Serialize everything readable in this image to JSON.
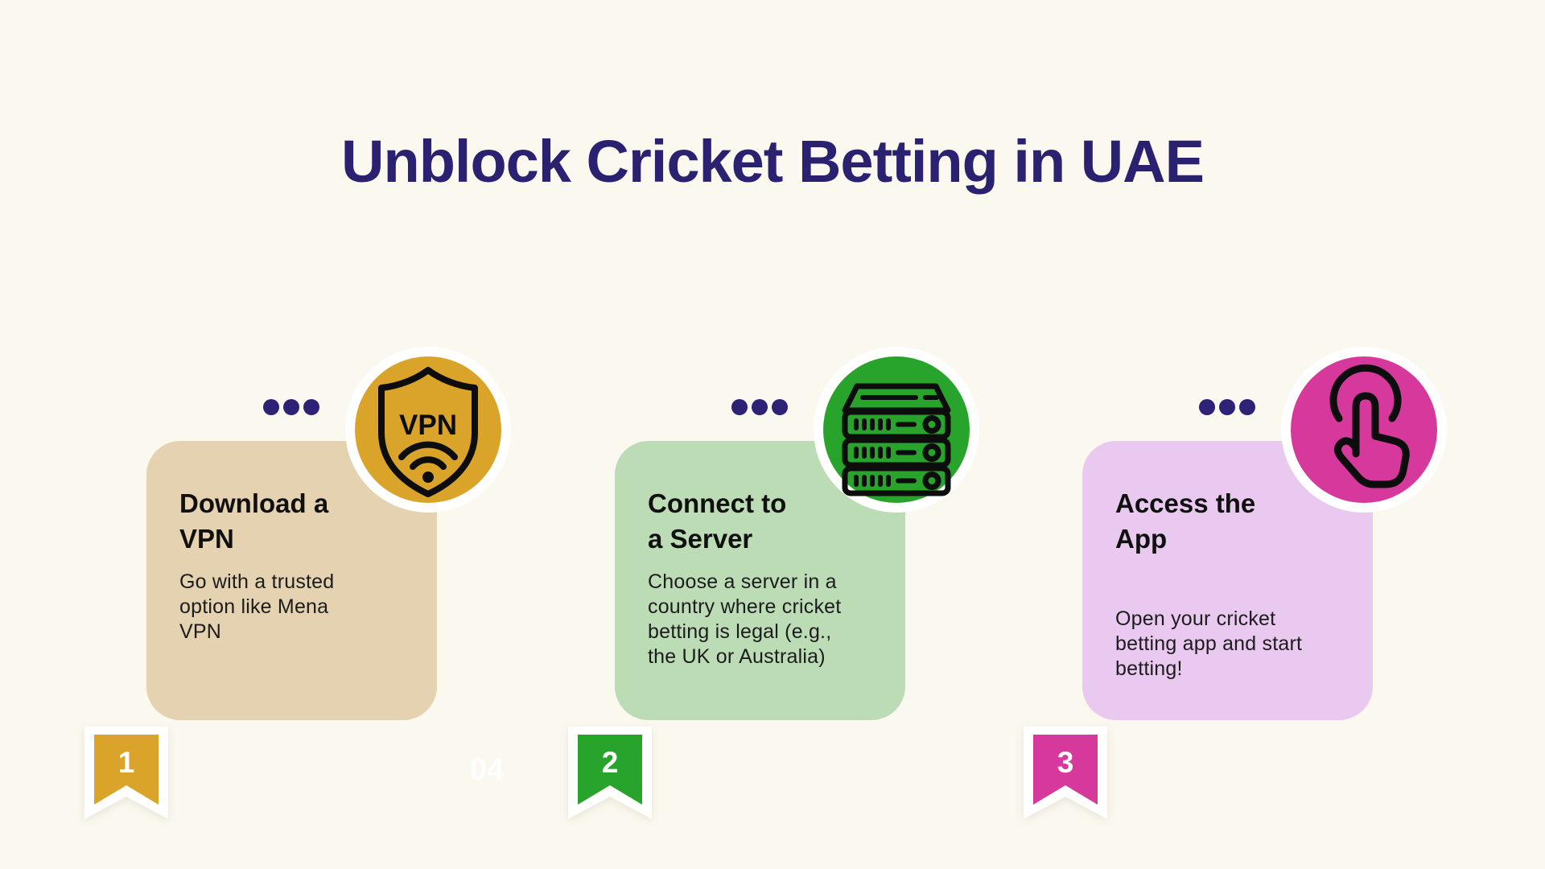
{
  "page": {
    "background": "#fbf8ef",
    "accent_navy": "#2e2277",
    "title_color": "#2b2171",
    "watermark": "04"
  },
  "title": "Unblock Cricket Betting in UAE",
  "steps": [
    {
      "number": "1",
      "title": "Download a\nVPN",
      "description": "Go with a trusted\noption like Mena\nVPN",
      "icon": "vpn-shield-icon",
      "colors": {
        "card": "#e4d2b0",
        "circle": "#d9a429",
        "ribbon": "#d9a429"
      }
    },
    {
      "number": "2",
      "title": "Connect to\na Server",
      "description": " Choose a server in a\ncountry where cricket\nbetting is legal (e.g.,\nthe UK or Australia)",
      "icon": "server-rack-icon",
      "colors": {
        "card": "#bcdcb6",
        "circle": "#28a32b",
        "ribbon": "#28a32b"
      }
    },
    {
      "number": "3",
      "title": "Access the\nApp",
      "description": " Open your cricket\nbetting app and start\nbetting!",
      "icon": "tap-gesture-icon",
      "colors": {
        "card": "#e9c9ef",
        "circle": "#d6389c",
        "ribbon": "#d6389c"
      }
    }
  ]
}
